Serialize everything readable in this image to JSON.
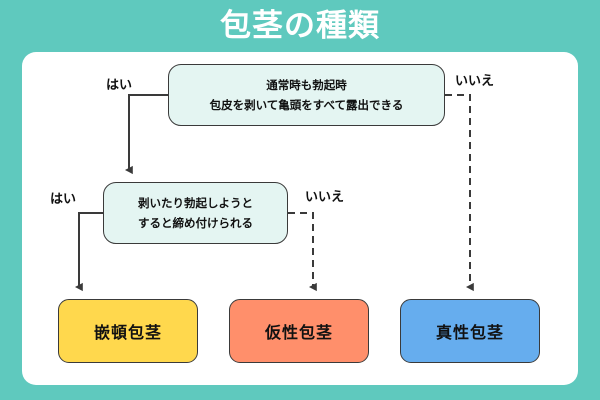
{
  "title": "包茎の種類",
  "theme": {
    "background": "#5fc9be",
    "card": "#ffffff",
    "title_color": "#ffffff",
    "question_fill": "#e4f5f2",
    "stroke": "#3a3a3a",
    "kanton_fill": "#ffd84d",
    "kasei_fill": "#ff8f6b",
    "shinsei_fill": "#66adee"
  },
  "questions": [
    {
      "id": "q1",
      "line1": "通常時も勃起時",
      "line2": "包皮を剥いて亀頭をすべて露出できる",
      "yes_label": "はい",
      "no_label": "いいえ"
    },
    {
      "id": "q2",
      "line1": "剥いたり勃起しようと",
      "line2": "すると締め付けられる",
      "yes_label": "はい",
      "no_label": "いいえ"
    }
  ],
  "results": [
    {
      "id": "kanton",
      "label": "嵌頓包茎"
    },
    {
      "id": "kasei",
      "label": "仮性包茎"
    },
    {
      "id": "shinsei",
      "label": "真性包茎"
    }
  ]
}
